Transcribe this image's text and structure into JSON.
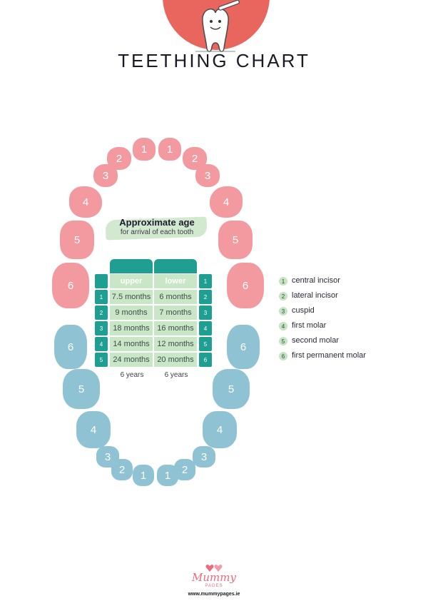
{
  "header": {
    "title": "TEETHING CHART"
  },
  "age_box": {
    "title": "Approximate age",
    "subtitle": "for arrival of each tooth"
  },
  "table": {
    "col_upper": "upper",
    "col_lower": "lower",
    "rows": [
      {
        "upper_index": "1",
        "upper": "7.5 months",
        "lower": "6 months",
        "lower_index": "2"
      },
      {
        "upper_index": "2",
        "upper": "9 months",
        "lower": "7 months",
        "lower_index": "3"
      },
      {
        "upper_index": "3",
        "upper": "18 months",
        "lower": "16 months",
        "lower_index": "4"
      },
      {
        "upper_index": "4",
        "upper": "14 months",
        "lower": "12 months",
        "lower_index": "5"
      },
      {
        "upper_index": "5",
        "upper": "24 months",
        "lower": "20 months",
        "lower_index": "6"
      }
    ],
    "header_right_index": "1",
    "footer_upper": "6 years",
    "footer_lower": "6 years"
  },
  "legend": [
    {
      "num": "1",
      "label": "central incisor"
    },
    {
      "num": "2",
      "label": "lateral incisor"
    },
    {
      "num": "3",
      "label": "cuspid"
    },
    {
      "num": "4",
      "label": "first molar"
    },
    {
      "num": "5",
      "label": "second molar"
    },
    {
      "num": "6",
      "label": "first permanent molar"
    }
  ],
  "upper_teeth": [
    "1",
    "1",
    "2",
    "2",
    "3",
    "3",
    "4",
    "4",
    "5",
    "5",
    "6",
    "6"
  ],
  "lower_teeth": [
    "1",
    "1",
    "2",
    "2",
    "3",
    "3",
    "4",
    "4",
    "5",
    "5",
    "6",
    "6"
  ],
  "colors": {
    "upper": "#f39aa1",
    "lower": "#8fc3d4",
    "table_dark": "#1f9f91",
    "table_light": "#c9e6c6",
    "header_circle": "#e8665d"
  },
  "footer": {
    "logo_main": "Mummy",
    "logo_sub": "PAGES",
    "url": "www.mummypages.ie"
  }
}
